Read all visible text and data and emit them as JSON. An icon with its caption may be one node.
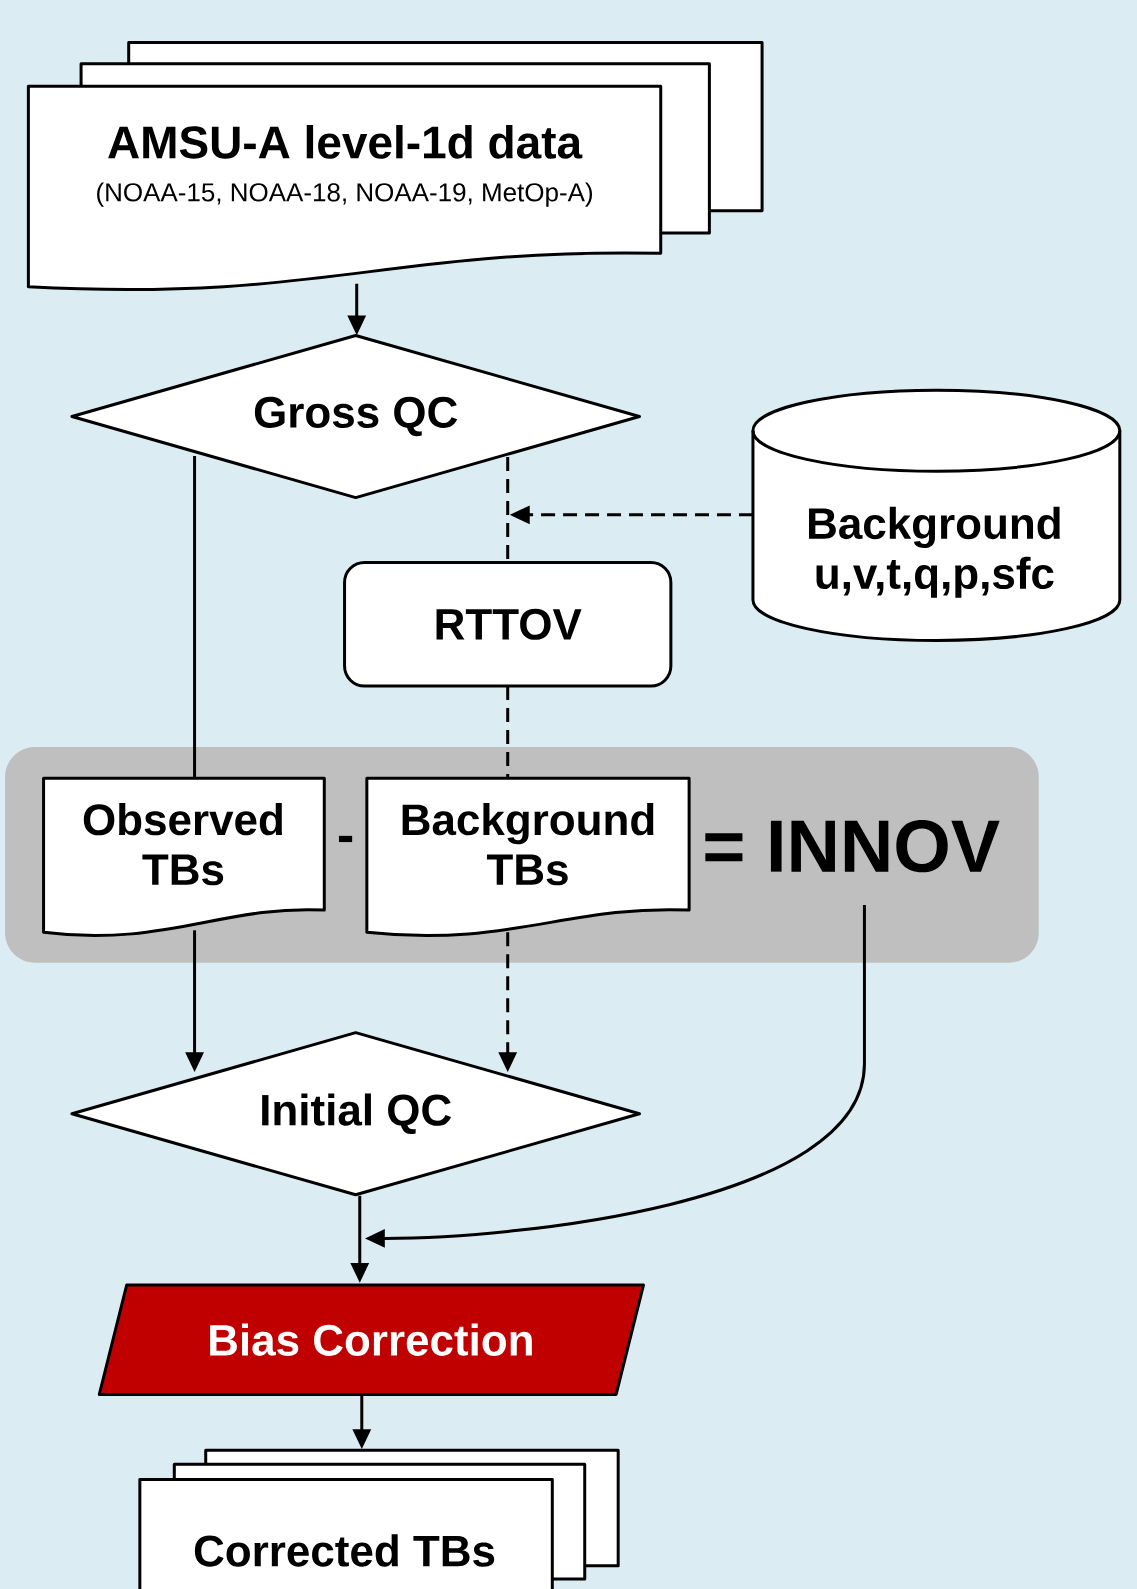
{
  "diagram": {
    "nodes": [
      {
        "text": [
          "AMSU-A level-1d data",
          "(NOAA-15, NOAA-18, NOAA-19, MetOp-A)"
        ]
      },
      {
        "text": [
          "Gross QC"
        ]
      },
      {
        "text": [
          "Background u,v,t,q,p,sfc"
        ]
      },
      {
        "text": [
          "RTTOV"
        ]
      },
      {
        "text": [
          "-",
          "= INNOV"
        ]
      },
      {
        "text": [
          "Observed TBs"
        ],
        "in": 4
      },
      {
        "text": [
          "Background TBs"
        ],
        "in": 4
      },
      {
        "text": [
          "Initial QC"
        ]
      },
      {
        "text": [
          "Bias Correction"
        ]
      },
      {
        "text": [
          "Corrected TBs"
        ]
      }
    ],
    "edges": [
      {
        "from": 0,
        "to": 1,
        "arrow": "to"
      },
      {
        "from": 1,
        "to": 5,
        "arrow": "none"
      },
      {
        "from": 1,
        "to": 3,
        "arrow": "none",
        "style": "dashed"
      },
      {
        "from": 2,
        "to": null,
        "arrow": "to",
        "style": "dashed"
      },
      {
        "from": 3,
        "to": 6,
        "arrow": "none",
        "style": "dashed"
      },
      {
        "from": 5,
        "to": 7,
        "arrow": "to"
      },
      {
        "from": 6,
        "to": 7,
        "arrow": "to",
        "style": "dashed"
      },
      {
        "from": 7,
        "to": 8,
        "arrow": "to"
      },
      {
        "from": 4,
        "to": null,
        "arrow": "to"
      },
      {
        "from": 8,
        "to": 9,
        "arrow": "to"
      }
    ]
  }
}
